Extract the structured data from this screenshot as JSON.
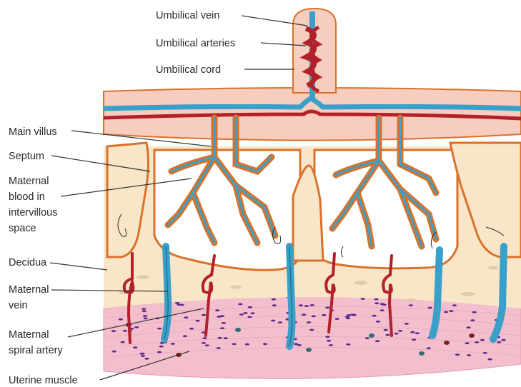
{
  "labels": {
    "umbilical_vein": "Umbilical vein",
    "umbilical_arteries": "Umbilical arteries",
    "umbilical_cord": "Umbilical cord",
    "main_villus": "Main villus",
    "septum": "Septum",
    "maternal_blood_l1": "Maternal",
    "maternal_blood_l2": "blood in",
    "maternal_blood_l3": "intervillous",
    "maternal_blood_l4": "space",
    "decidua": "Decidua",
    "maternal_vein_l1": "Maternal",
    "maternal_vein_l2": "vein",
    "spiral_artery_l1": "Maternal",
    "spiral_artery_l2": "spiral artery",
    "uterine_muscle": "Uterine muscle"
  },
  "colors": {
    "vein_blue": "#3aa0c8",
    "artery_red": "#b3202a",
    "chorion_pink": "#f6cdbf",
    "villus_orange": "#d9712a",
    "decidua_cream": "#f9e6c8",
    "muscle_pink": "#f3bfcd",
    "muscle_dots": "#5b2a8c"
  }
}
